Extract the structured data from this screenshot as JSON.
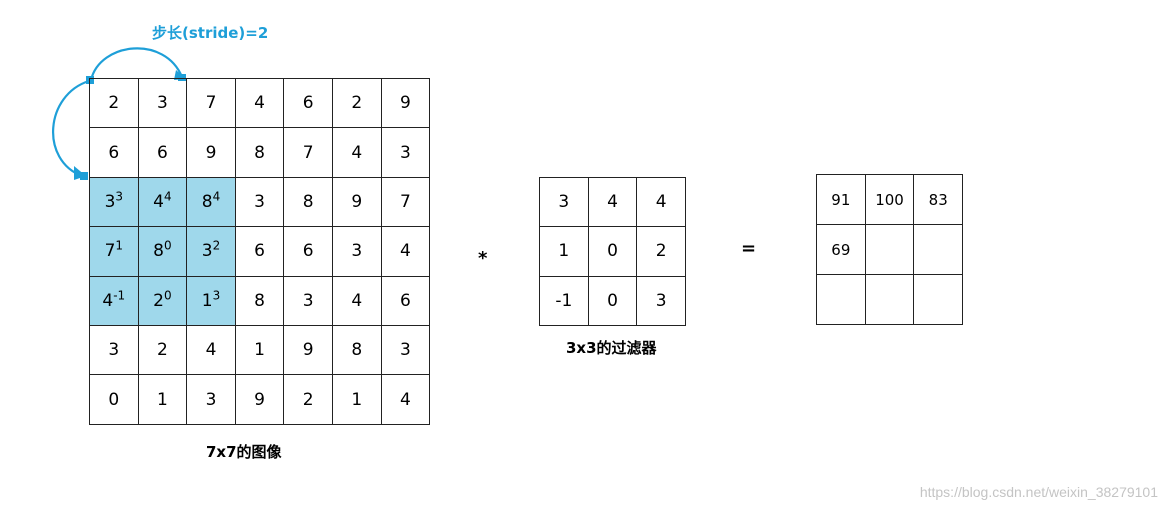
{
  "stride_label": "步长(stride)=2",
  "image": {
    "caption": "7x7的图像",
    "rows": [
      [
        "2",
        "3",
        "7",
        "4",
        "6",
        "2",
        "9"
      ],
      [
        "6",
        "6",
        "9",
        "8",
        "7",
        "4",
        "3"
      ],
      [
        "3",
        "4",
        "8",
        "3",
        "8",
        "9",
        "7"
      ],
      [
        "7",
        "8",
        "3",
        "6",
        "6",
        "3",
        "4"
      ],
      [
        "4",
        "2",
        "1",
        "8",
        "3",
        "4",
        "6"
      ],
      [
        "3",
        "2",
        "4",
        "1",
        "9",
        "8",
        "3"
      ],
      [
        "0",
        "1",
        "3",
        "9",
        "2",
        "1",
        "4"
      ]
    ],
    "highlight_weights": [
      [
        "3",
        "4",
        "4"
      ],
      [
        "1",
        "0",
        "2"
      ],
      [
        "-1",
        "0",
        "3"
      ]
    ],
    "highlight_color": "#9fd8eb"
  },
  "operator_convolve": "*",
  "filter": {
    "caption": "3x3的过滤器",
    "rows": [
      [
        "3",
        "4",
        "4"
      ],
      [
        "1",
        "0",
        "2"
      ],
      [
        "-1",
        "0",
        "3"
      ]
    ]
  },
  "operator_equals": "=",
  "output": {
    "rows": [
      [
        "91",
        "100",
        "83"
      ],
      [
        "69",
        "",
        ""
      ],
      [
        "",
        "",
        ""
      ]
    ]
  },
  "watermark": "https://blog.csdn.net/weixin_38279101",
  "arrow_color": "#1e9fd8"
}
